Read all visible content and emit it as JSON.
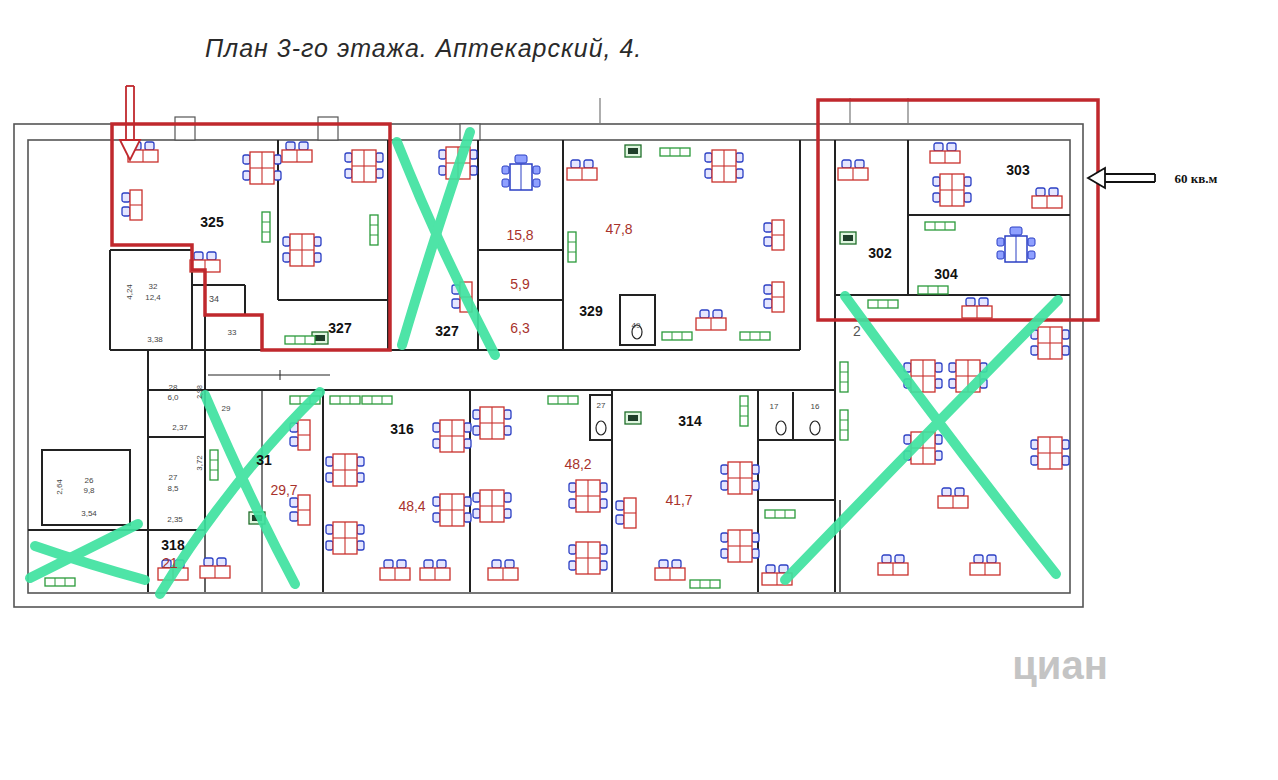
{
  "diagram": {
    "title": "План 3-го этажа. Аптекарский, 4.",
    "labels": [
      "325",
      "327",
      "327",
      "15,8",
      "47,8",
      "5,9",
      "6,3",
      "329",
      "49",
      "302",
      "303",
      "304",
      "2",
      "60 кв.м",
      "4,24",
      "32",
      "12,4",
      "3,38",
      "34",
      "33",
      "28",
      "6,0",
      "2,98",
      "29",
      "2,37",
      "27",
      "8,5",
      "3,72",
      "2,35",
      "26",
      "9,8",
      "2,64",
      "3,54",
      "318",
      "21",
      "31",
      "29,7",
      "316",
      "48,4",
      "48,2",
      "314",
      "41,7",
      "27",
      "17",
      "16",
      "циан"
    ]
  }
}
